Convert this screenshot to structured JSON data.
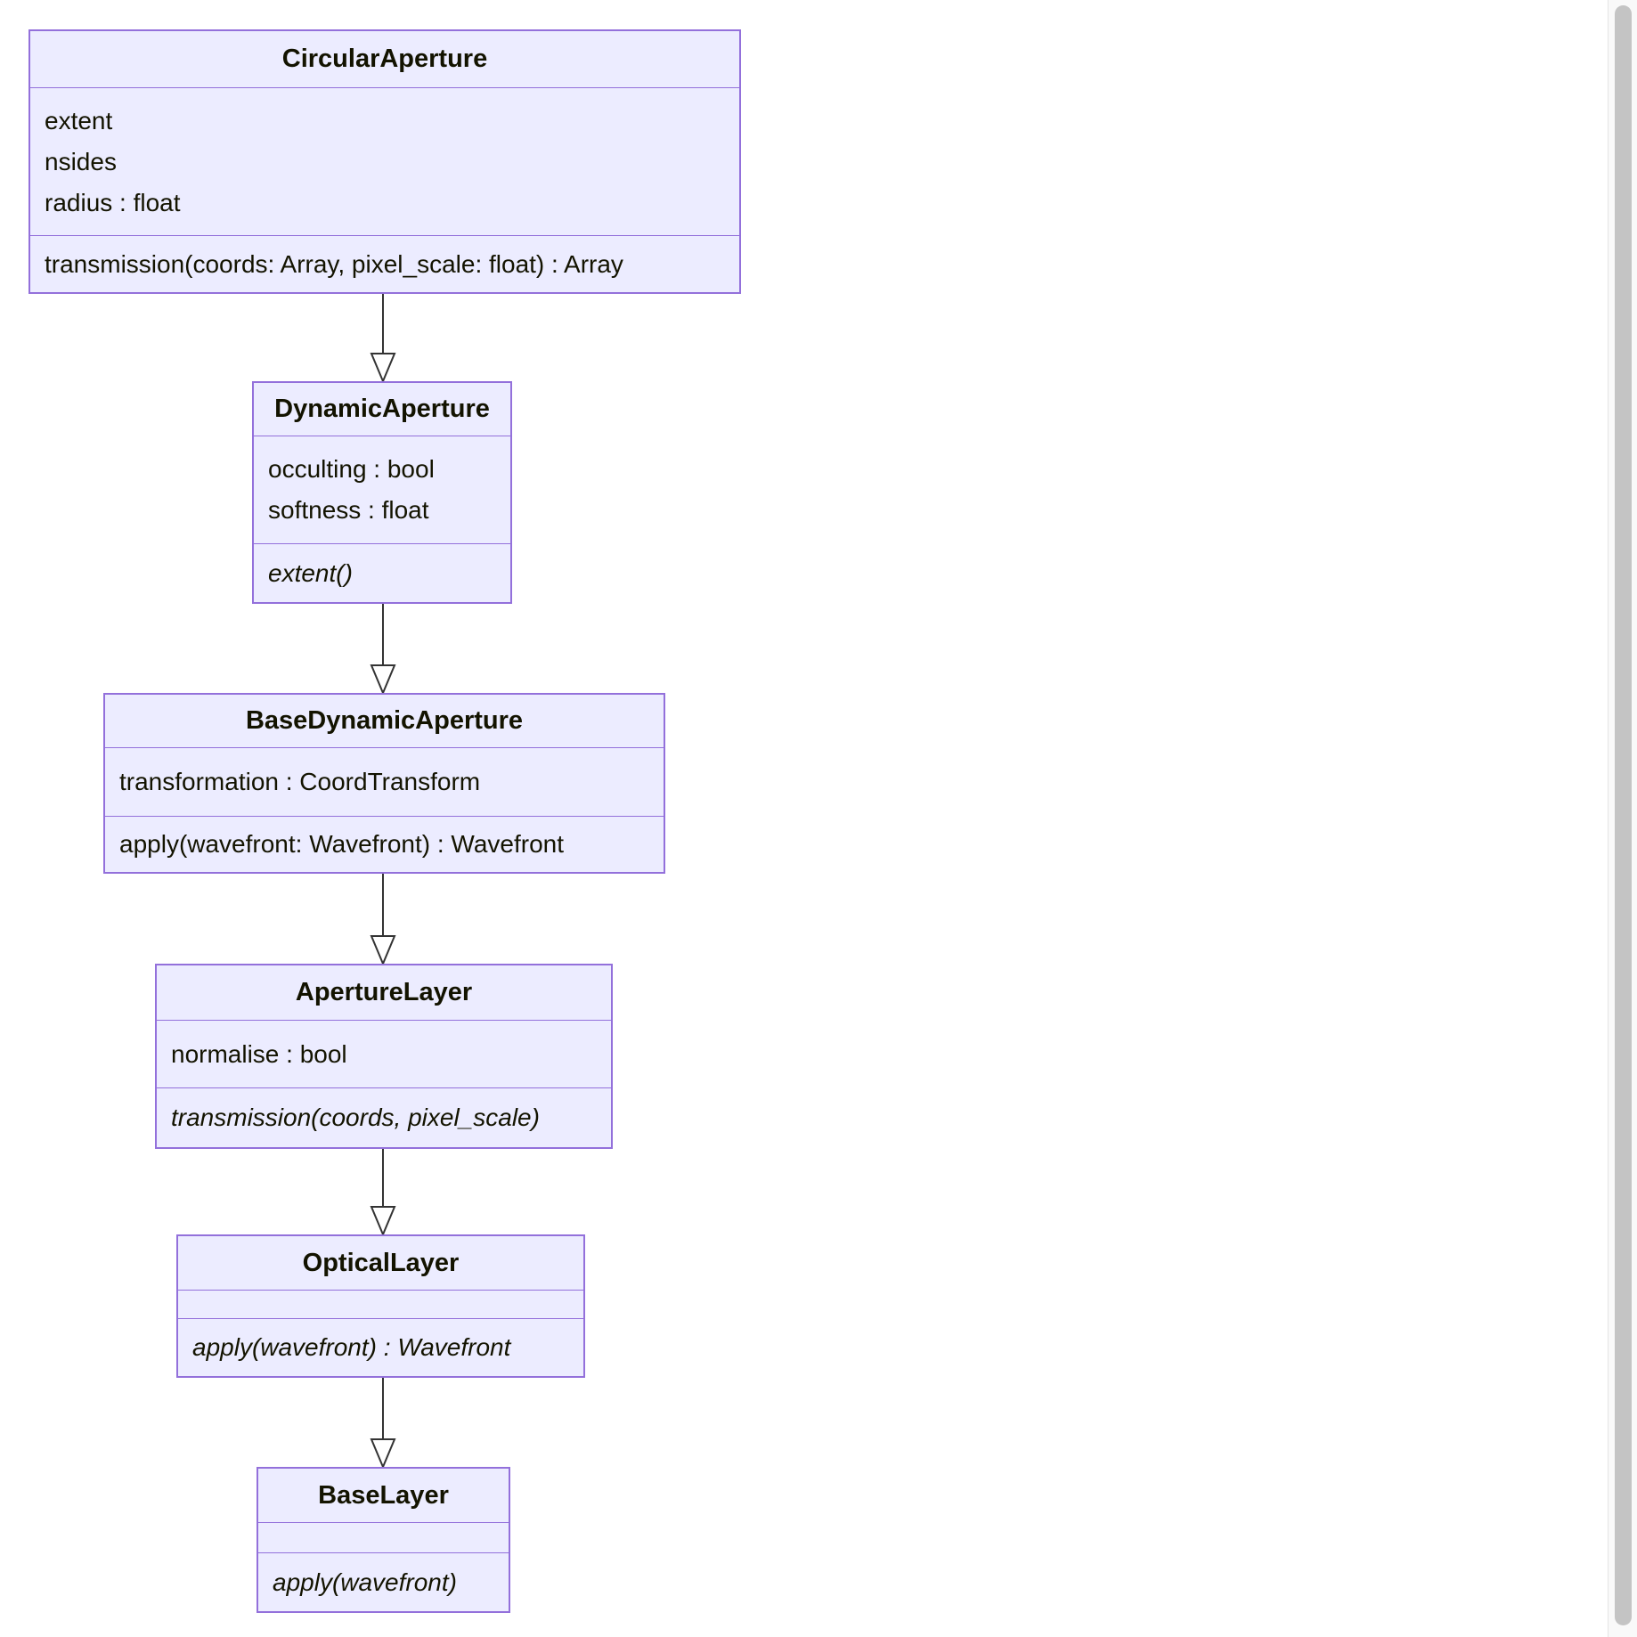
{
  "diagram": {
    "type": "uml-class-diagram",
    "classes": [
      {
        "name": "CircularAperture",
        "attributes": [
          "extent",
          "nsides",
          "radius : float"
        ],
        "methods": [
          {
            "text": "transmission(coords: Array, pixel_scale: float) : Array",
            "abstract": false
          }
        ]
      },
      {
        "name": "DynamicAperture",
        "attributes": [
          "occulting : bool",
          "softness : float"
        ],
        "methods": [
          {
            "text": "extent()",
            "abstract": true
          }
        ]
      },
      {
        "name": "BaseDynamicAperture",
        "attributes": [
          "transformation : CoordTransform"
        ],
        "methods": [
          {
            "text": "apply(wavefront: Wavefront) : Wavefront",
            "abstract": false
          }
        ]
      },
      {
        "name": "ApertureLayer",
        "attributes": [
          "normalise : bool"
        ],
        "methods": [
          {
            "text": "transmission(coords, pixel_scale)",
            "abstract": true
          }
        ]
      },
      {
        "name": "OpticalLayer",
        "attributes": [],
        "methods": [
          {
            "text": "apply(wavefront) : Wavefront",
            "abstract": true
          }
        ]
      },
      {
        "name": "BaseLayer",
        "attributes": [],
        "methods": [
          {
            "text": "apply(wavefront)",
            "abstract": true
          }
        ]
      }
    ],
    "relations": [
      {
        "from": "CircularAperture",
        "to": "DynamicAperture",
        "type": "inheritance",
        "arrowhead": "hollow-triangle"
      },
      {
        "from": "DynamicAperture",
        "to": "BaseDynamicAperture",
        "type": "inheritance",
        "arrowhead": "hollow-triangle"
      },
      {
        "from": "BaseDynamicAperture",
        "to": "ApertureLayer",
        "type": "inheritance",
        "arrowhead": "hollow-triangle"
      },
      {
        "from": "ApertureLayer",
        "to": "OpticalLayer",
        "type": "inheritance",
        "arrowhead": "hollow-triangle"
      },
      {
        "from": "OpticalLayer",
        "to": "BaseLayer",
        "type": "inheritance",
        "arrowhead": "hollow-triangle"
      }
    ],
    "colors": {
      "node_fill": "#ECECFF",
      "node_border": "#9370DB",
      "text": "#131300",
      "arrow_line": "#333333",
      "background": "#ffffff"
    }
  },
  "scrollbar": {
    "orientation": "vertical",
    "thumb_color": "#c4c4c4",
    "track_color": "#f9f9f9"
  }
}
